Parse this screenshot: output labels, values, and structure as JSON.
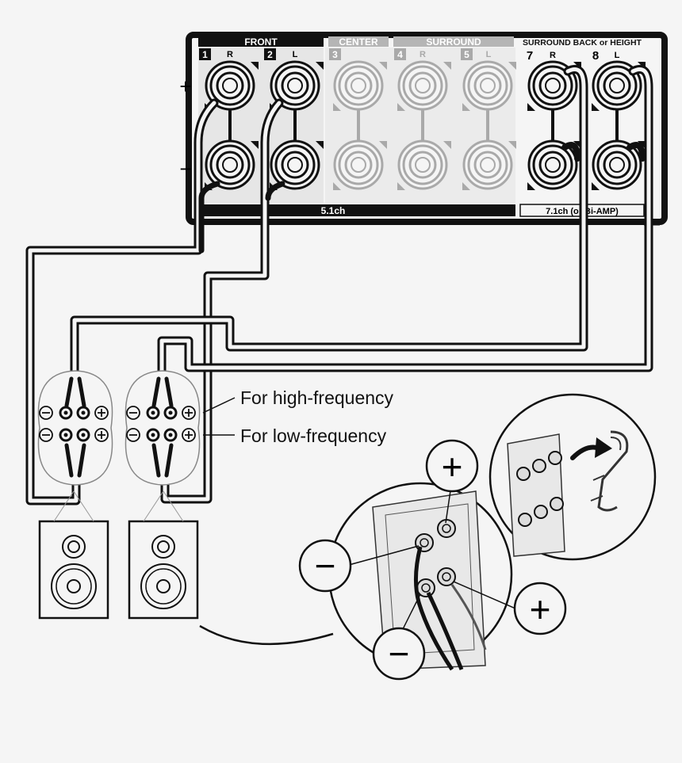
{
  "panel": {
    "front_label": "FRONT",
    "center_label": "CENTER",
    "surround_label": "SURROUND",
    "surround_back_label": "SURROUND BACK or HEIGHT",
    "channel_5_1": "5.1ch",
    "channel_7_1": "7.1ch (or Bi-AMP)",
    "plus_sign": "+",
    "minus_sign": "−",
    "terminals": [
      {
        "num": "1",
        "side": "R",
        "active": true
      },
      {
        "num": "2",
        "side": "L",
        "active": true
      },
      {
        "num": "3",
        "side": "",
        "active": false
      },
      {
        "num": "4",
        "side": "R",
        "active": false
      },
      {
        "num": "5",
        "side": "L",
        "active": false
      },
      {
        "num": "7",
        "side": "R",
        "active": true
      },
      {
        "num": "8",
        "side": "L",
        "active": true
      }
    ]
  },
  "callouts": {
    "high_frequency": "For high-frequency",
    "low_frequency": "For low-frequency"
  },
  "detail": {
    "plus_symbol": "+",
    "minus_symbol": "−"
  },
  "colors": {
    "background": "#f5f5f5",
    "line": "#111111",
    "inactive": "#a9a9a9",
    "panel_shade": "#e6e6e6"
  }
}
